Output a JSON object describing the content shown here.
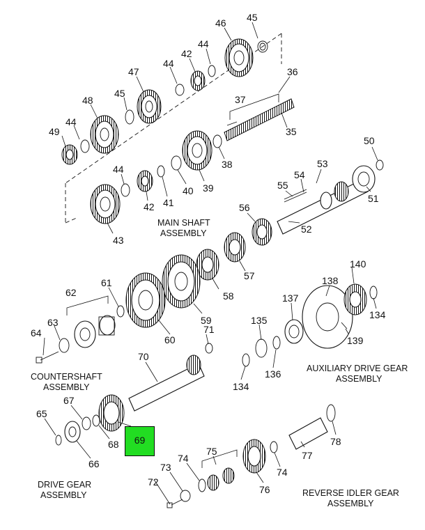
{
  "assemblies": {
    "main_shaft": [
      "MAIN SHAFT",
      "ASSEMBLY"
    ],
    "countershaft": [
      "COUNTERSHAFT",
      "ASSEMBLY"
    ],
    "auxiliary_drive_gear": [
      "AUXILIARY DRIVE GEAR",
      "ASSEMBLY"
    ],
    "drive_gear": [
      "DRIVE GEAR",
      "ASSEMBLY"
    ],
    "reverse_idler_gear": [
      "REVERSE IDLER GEAR",
      "ASSEMBLY"
    ]
  },
  "highlighted_part": "69",
  "highlight_color": "#22dd22",
  "footer": {
    "code": "",
    "page": ""
  },
  "callouts": [
    "45",
    "46",
    "44",
    "42",
    "47",
    "44",
    "36",
    "48",
    "45",
    "37",
    "44",
    "49",
    "35",
    "38",
    "44",
    "39",
    "42",
    "41",
    "40",
    "43",
    "50",
    "54",
    "53",
    "55",
    "51",
    "56",
    "52",
    "57",
    "58",
    "59",
    "61",
    "62",
    "60",
    "63",
    "64",
    "140",
    "138",
    "134",
    "137",
    "135",
    "139",
    "136",
    "134",
    "71",
    "70",
    "67",
    "65",
    "68",
    "66",
    "73",
    "74",
    "75",
    "72",
    "74",
    "76",
    "77",
    "78"
  ]
}
